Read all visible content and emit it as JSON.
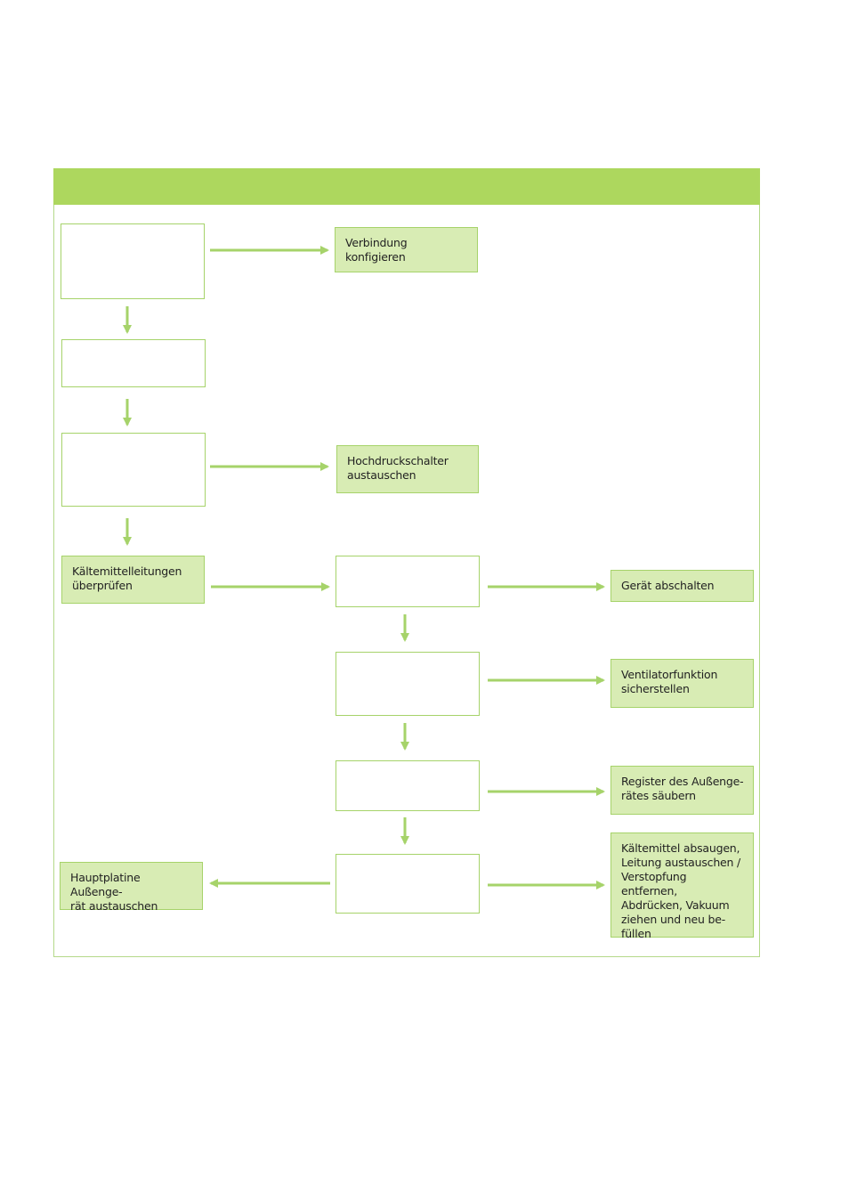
{
  "colors": {
    "accent": "#add75e",
    "box_fill": "#d8ecb4",
    "border": "#a6d36a"
  },
  "flowchart": {
    "header_label": "",
    "boxes": {
      "b1": "",
      "b2": "",
      "b3": "",
      "b4": "Kältemittelleitungen\nüberprüfen",
      "c1": "",
      "c2": "",
      "c3": "",
      "c4": "",
      "a1": "Verbindung\nkonfigieren",
      "a2": "Hochdruckschalter\naustauschen",
      "a3": "Gerät abschalten",
      "a4": "Ventilatorfunktion\nsicherstellen",
      "a5": "Register des Außenge-\nrätes säubern",
      "a6": "Kältemittel absaugen,\nLeitung austauschen /\nVerstopfung entfernen,\nAbdrücken, Vakuum\nziehen und neu be-\nfüllen",
      "a7": "Hauptplatine Außenge-\nrät austauschen"
    }
  }
}
